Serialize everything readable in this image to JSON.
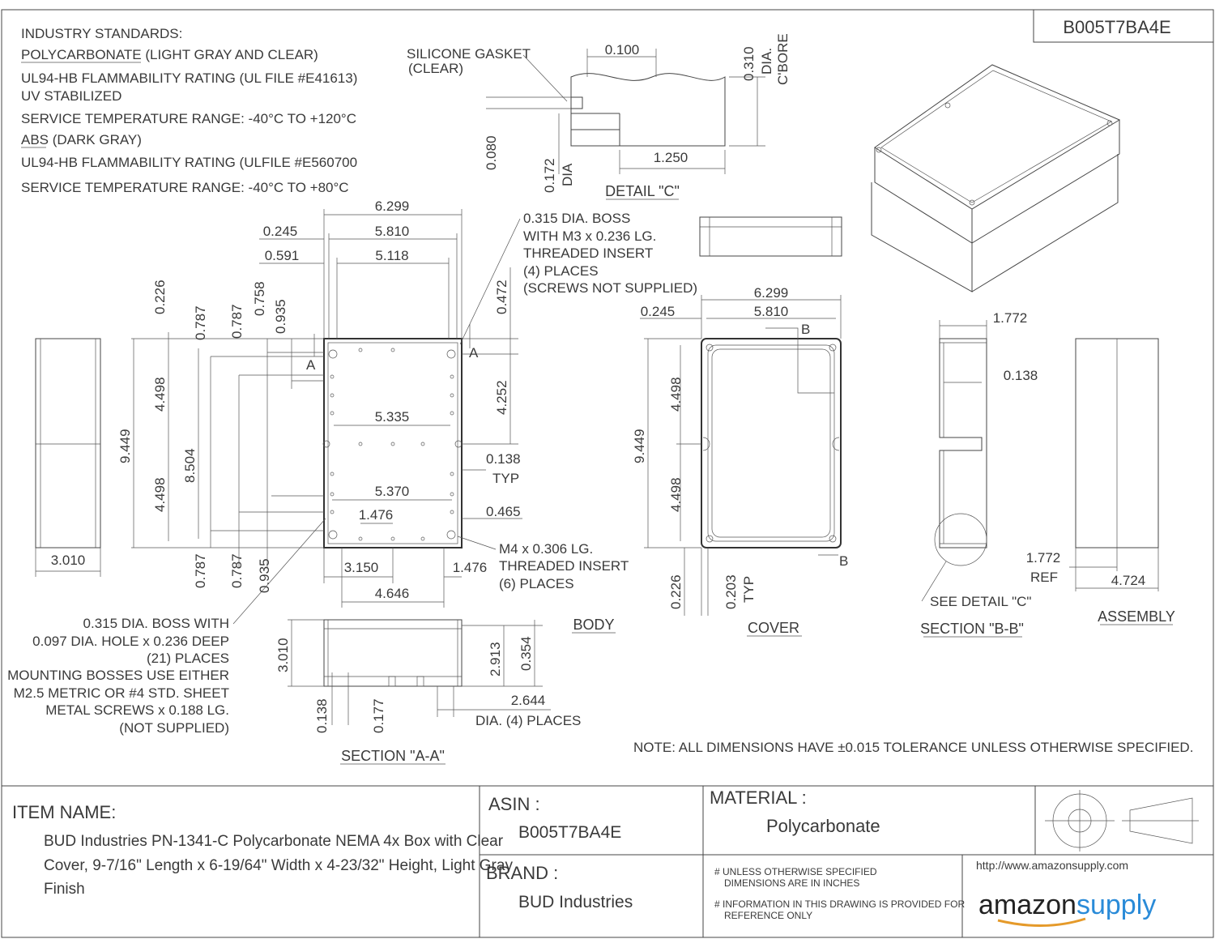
{
  "part_number": "B005T7BA4E",
  "industry_standards": {
    "heading": "INDUSTRY STANDARDS:",
    "lines": [
      "POLYCARBONATE (LIGHT GRAY AND CLEAR)",
      "UL94-HB FLAMMABILITY RATING (UL FILE #E41613)",
      "UV STABILIZED",
      "SERVICE TEMPERATURE RANGE: -40°C TO +120°C",
      "ABS (DARK GRAY)",
      "UL94-HB FLAMMABILITY RATING (ULFILE #E560700",
      "SERVICE TEMPERATURE RANGE: -40°C TO +80°C"
    ]
  },
  "detail_c": {
    "title": "DETAIL \"C\"",
    "gasket_label": [
      "SILICONE GASKET",
      "(CLEAR)"
    ],
    "dims": [
      "0.100",
      "0.310",
      "DIA.",
      "C'BORE",
      "0.080",
      "0.172",
      "DIA",
      "1.250"
    ]
  },
  "body_view": {
    "title": "BODY",
    "top_dims": [
      "6.299",
      "0.245",
      "5.810",
      "0.591",
      "5.118"
    ],
    "left_dims": [
      "0.226",
      "0.787",
      "0.787",
      "0.758",
      "0.935",
      "4.498",
      "9.449",
      "8.504",
      "4.498",
      "0.787",
      "0.787",
      "0.935"
    ],
    "inner_dims": [
      "5.335",
      "5.370",
      "1.476"
    ],
    "right_dims": [
      "0.472",
      "4.252",
      "0.138",
      "TYP",
      "0.465"
    ],
    "bottom_dims": [
      "3.150",
      "1.476",
      "4.646"
    ],
    "section_marks": [
      "A",
      "A"
    ],
    "boss_note": [
      "0.315 DIA. BOSS",
      "WITH M3 x 0.236 LG.",
      "THREADED INSERT",
      "(4) PLACES",
      "(SCREWS NOT SUPPLIED)"
    ],
    "insert_note": [
      "M4 x 0.306 LG.",
      "THREADED INSERT",
      "(6) PLACES"
    ],
    "side_width": "3.010"
  },
  "mount_note": [
    "0.315 DIA. BOSS WITH",
    "0.097 DIA. HOLE x 0.236 DEEP",
    "(21) PLACES",
    "MOUNTING BOSSES USE EITHER",
    "M2.5 METRIC OR #4 STD. SHEET",
    "METAL SCREWS x 0.188 LG.",
    "(NOT SUPPLIED)"
  ],
  "section_aa": {
    "title": "SECTION \"A-A\"",
    "dims": [
      "3.010",
      "2.644",
      "2.913",
      "0.354",
      "0.138",
      "0.177",
      "DIA. (4) PLACES"
    ]
  },
  "cover_view": {
    "title": "COVER",
    "dims": [
      "6.299",
      "0.245",
      "5.810",
      "9.449",
      "4.498",
      "4.498",
      "0.226",
      "0.203",
      "TYP"
    ],
    "section_marks": [
      "B",
      "B"
    ]
  },
  "section_bb": {
    "title": "SECTION \"B-B\"",
    "dims": [
      "1.772",
      "0.138"
    ],
    "see_detail": "SEE DETAIL \"C\""
  },
  "assembly": {
    "title": "ASSEMBLY",
    "dims": [
      "1.772",
      "REF",
      "4.724"
    ]
  },
  "note": "NOTE:  ALL DIMENSIONS HAVE ±0.015 TOLERANCE UNLESS OTHERWISE SPECIFIED.",
  "title_block": {
    "item_name_label": "ITEM NAME:",
    "item_name": [
      "BUD Industries PN-1341-C Polycarbonate NEMA 4x Box with Clear",
      "Cover, 9-7/16\" Length x 6-19/64\" Width x 4-23/32\" Height, Light Gray",
      "Finish"
    ],
    "asin_label": "ASIN :",
    "asin": "B005T7BA4E",
    "brand_label": "BRAND :",
    "brand": "BUD Industries",
    "material_label": "MATERIAL :",
    "material": "Polycarbonate",
    "notes": [
      "# UNLESS OTHERWISE SPECIFIED",
      "DIMENSIONS ARE IN INCHES",
      "# INFORMATION IN THIS DRAWING IS PROVIDED FOR",
      "REFERENCE ONLY"
    ],
    "url": "http://www.amazonsupply.com",
    "logo_left": "amazon",
    "logo_right": "supply"
  }
}
